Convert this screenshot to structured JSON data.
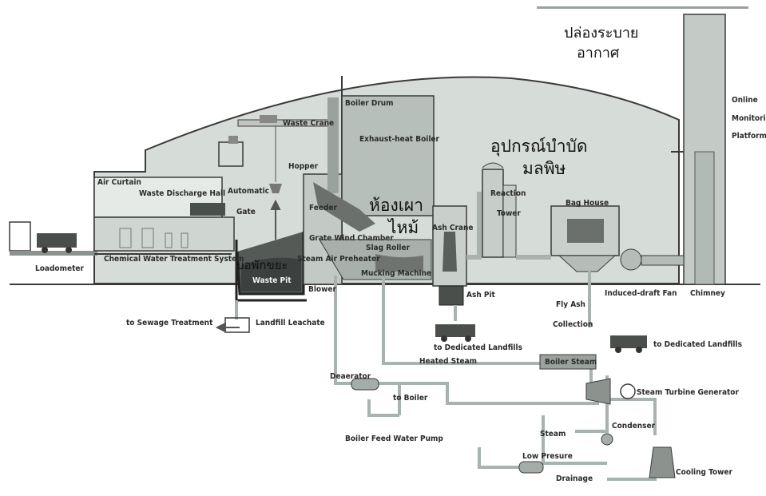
{
  "labels": {
    "thai_chimney_line1": "ปล่องระบาย",
    "thai_chimney_line2": "อากาศ",
    "thai_pollution_line1": "อุปกรณ์บำบัด",
    "thai_pollution_line2": "มลพิษ",
    "thai_furnace_line1": "ห้องเผา",
    "thai_furnace_line2": "ไหม้",
    "thai_waste_pit": "บ่อพักขยะ",
    "online_monitoring_1": "Online",
    "online_monitoring_2": "Monitoring",
    "online_monitoring_3": "Platform",
    "boiler_drum": "Boiler Drum",
    "waste_crane": "Waste Crane",
    "exhaust_heat_boiler": "Exhaust-heat Boiler",
    "hopper": "Hopper",
    "air_curtain": "Air Curtain",
    "waste_discharge_hall": "Waste Discharge Hall",
    "automatic": "Automatic",
    "gate": "Gate",
    "feeder": "Feeder",
    "grate_wind_chamber": "Grate Wind Chamber",
    "slag_roller": "Slag Roller",
    "ash_crane": "Ash Crane",
    "reaction": "Reaction",
    "tower": "Tower",
    "bag_house": "Bag House",
    "chemical_water_treatment": "Chemical Water Treatment System",
    "steam_air_preheater": "Steam Air Preheater",
    "mucking_machine": "Mucking Machine",
    "waste_pit": "Waste Pit",
    "blower": "Blower",
    "ash_pit": "Ash Pit",
    "loadometer": "Loadometer",
    "induced_draft_fan": "Induced-draft Fan",
    "chimney": "Chimney",
    "fly_ash": "Fly Ash",
    "collection": "Collection",
    "to_sewage": "to Sewage Treatment",
    "landfill_leachate": "Landfill Leachate",
    "to_dedicated_landfills_1": "to Dedicated Landfills",
    "to_dedicated_landfills_2": "to Dedicated Landfills",
    "heated_steam": "Heated Steam",
    "boiler_steam": "Boiler Steam",
    "deaerator": "Deaerator",
    "to_boiler": "to Boiler",
    "steam_turbine_generator": "Steam Turbine Generator",
    "boiler_feed_water_pump": "Boiler Feed Water Pump",
    "condenser": "Condenser",
    "steam": "Steam",
    "low_presure": "Low Presure",
    "drainage": "Drainage",
    "cooling_tower": "Cooling Tower"
  },
  "colors": {
    "building_fill": "#d6dcd8",
    "line": "#3a3a3a",
    "pipe": "#a9b2ae",
    "dark": "#4a4f4c"
  }
}
